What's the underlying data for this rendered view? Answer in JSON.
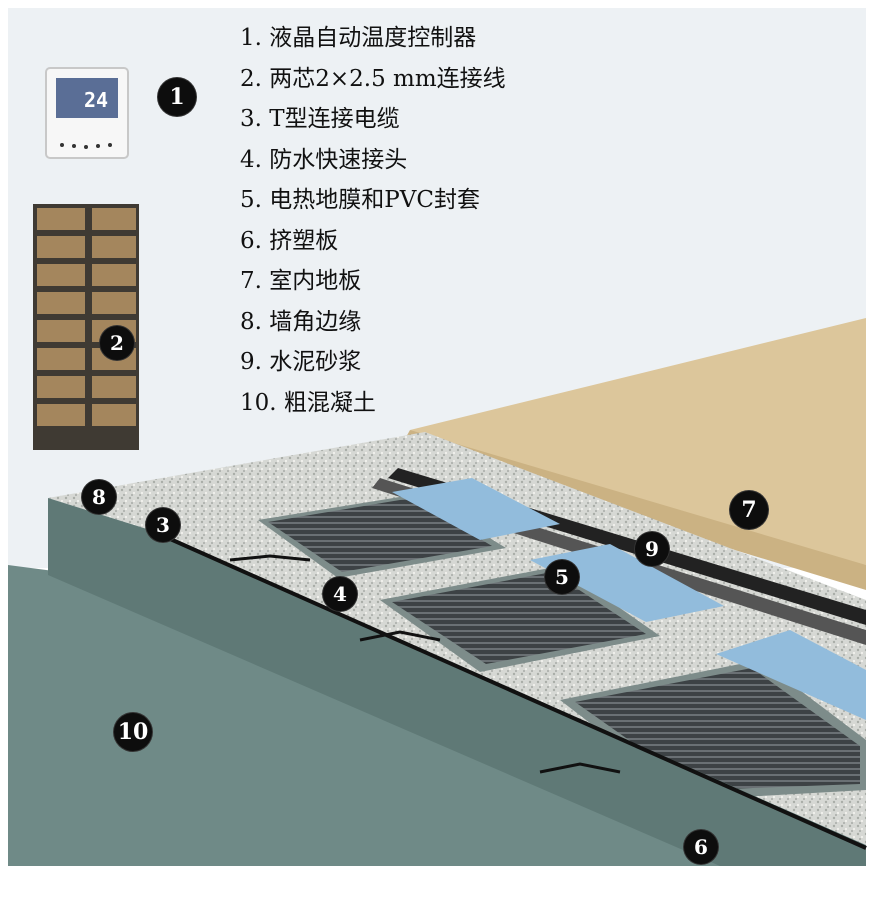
{
  "legend": {
    "items": [
      "1. 液晶自动温度控制器",
      "2. 两芯2×2.5 mm连接线",
      "3. T型连接电缆",
      "4. 防水快速接头",
      "5. 电热地膜和PVC封套",
      "6. 挤塑板",
      "7. 室内地板",
      "8. 墙角边缘",
      "9. 水泥砂浆",
      "10. 粗混凝土"
    ]
  },
  "badges": {
    "b1": "1",
    "b2": "2",
    "b3": "3",
    "b4": "4",
    "b5": "5",
    "b6": "6",
    "b7": "7",
    "b8": "8",
    "b9": "9",
    "b10": "10"
  },
  "thermostat": {
    "display": "24"
  },
  "colors": {
    "wall": "#e6ecef",
    "floor_plank": "#dcc69a",
    "concrete": "#6f8a87",
    "heating_film": "#3a3f42",
    "pvc_sleeve": "#8fb8d8",
    "brick": "#a0825a"
  }
}
